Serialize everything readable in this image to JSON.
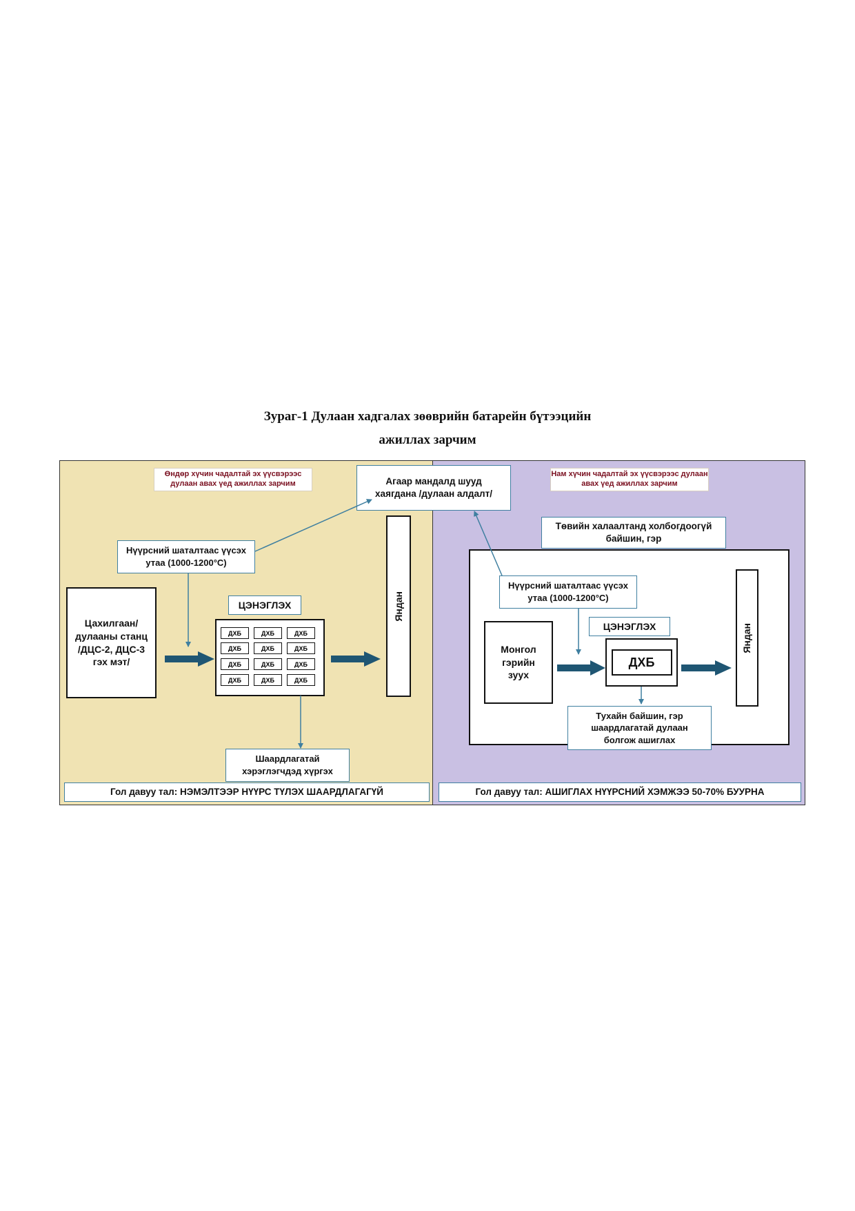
{
  "caption": {
    "line1": "Зураг-1 Дулаан хадгалах зөөврийн батарейн бүтээцийн",
    "line2": "ажиллах зарчим"
  },
  "left_panel": {
    "header": "Өндөр хүчин чадалтай эх үүсвэрээс дулаан авах үед ажиллах зарчим",
    "smoke_label": "Нүүрсний шаталтаас үүсэх утаа (1000-1200°С)",
    "station_label": "Цахилгаан/ дулааны станц /ДЦС-2, ДЦС-3 гэх мэт/",
    "charging_label": "ЦЭНЭГЛЭХ",
    "cell_label": "ДХБ",
    "chimney_label": "Яндан",
    "delivery_label": "Шаардлагатай хэрэглэгчдэд хүргэх",
    "advantage": "Гол давуу тал: НЭМЭЛТЭЭР НҮҮРС ТҮЛЭХ ШААРДЛАГАГҮЙ"
  },
  "center": {
    "air_label": "Агаар мандалд шууд хаягдана /дулаан алдалт/"
  },
  "right_panel": {
    "header": "Нам хүчин чадалтай эх үүсвэрээс дулаан авах үед ажиллах зарчим",
    "building_label": "Төвийн халаалтанд холбогдоогүй байшин, гэр",
    "smoke_label": "Нүүрсний шаталтаас үүсэх утаа (1000-1200°С)",
    "stove_label": "Монгол гэрийн зуух",
    "charging_label": "ЦЭНЭГЛЭХ",
    "battery_label": "ДХБ",
    "chimney_label": "Яндан",
    "usage_label": "Тухайн байшин, гэр шаардлагатай дулаан болгож ашиглах",
    "advantage": "Гол давуу тал: АШИГЛАХ НҮҮРСНИЙ ХЭМЖЭЭ 50-70% БУУРНА"
  },
  "colors": {
    "left_bg": "#f0e3b3",
    "right_bg": "#c9c0e3",
    "arrow": "#1f5673",
    "connector": "#3f7fa0",
    "header_text": "#7a1020"
  }
}
